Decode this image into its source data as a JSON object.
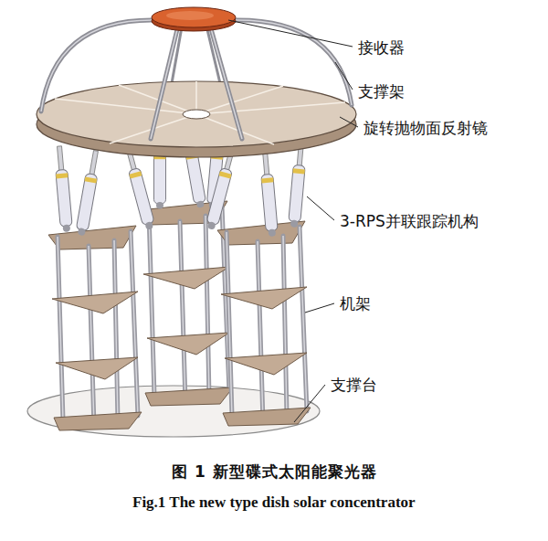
{
  "diagram": {
    "caption": "图 1 新型碟式太阳能聚光器",
    "labels": [
      "接收器",
      "支撑架",
      "旋转抛物面反射镜",
      "3-RPS并联跟踪机构",
      "机架",
      "支撑台",
      "Fig.1 The new type dish solar concentrator"
    ]
  }
}
